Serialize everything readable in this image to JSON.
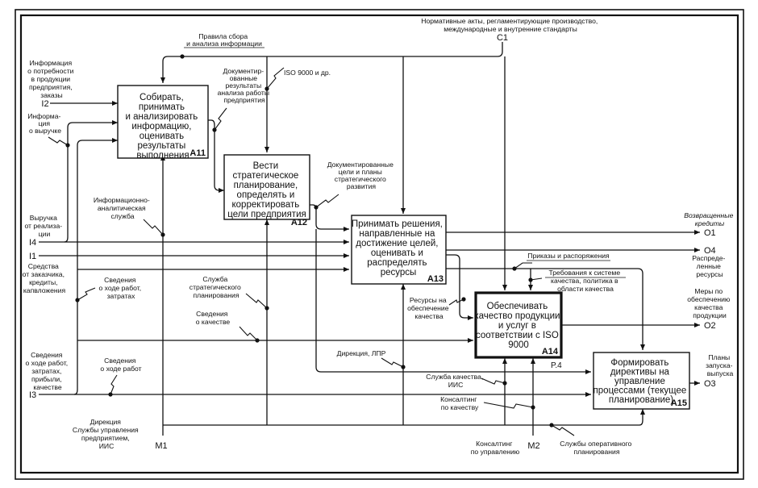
{
  "diagram": {
    "type": "IDEF0",
    "node_ref": "P.4",
    "boxes": [
      {
        "id": "A11",
        "lines": [
          "Собирать,",
          "принимать",
          "и анализировать",
          "информацию,",
          "оценивать",
          "результаты",
          "выполнения"
        ]
      },
      {
        "id": "A12",
        "lines": [
          "Вести",
          "стратегическое",
          "планирование,",
          "определять и",
          "корректировать",
          "цели предприятия"
        ]
      },
      {
        "id": "A13",
        "lines": [
          "Принимать решения,",
          "направленные на",
          "достижение целей,",
          "оценивать и",
          "распределять",
          "ресурсы"
        ]
      },
      {
        "id": "A14",
        "lines": [
          "Обеспечивать",
          "качество продукции",
          "и услуг в",
          "соответствии с ISO",
          "9000"
        ]
      },
      {
        "id": "A15",
        "lines": [
          "Формировать",
          "директивы на",
          "управление",
          "процессами (текущее",
          "планирование)"
        ]
      }
    ],
    "inputs": [
      {
        "code": "I2",
        "label": [
          "Информация",
          "о потребности",
          "в продукции",
          "предприятия,",
          "заказы"
        ]
      },
      {
        "code": "I4",
        "label": [
          "Выручка",
          "от реализа-",
          "ции"
        ]
      },
      {
        "code": "I1",
        "label": [
          "Средства",
          "от заказчика,",
          "кредиты,",
          "капвложения"
        ]
      },
      {
        "code": "I3",
        "label": [
          "Сведения",
          "о ходе работ,",
          "затратах,",
          "прибыли,",
          "качестве"
        ]
      }
    ],
    "controls": [
      {
        "code": "C1",
        "label": [
          "Нормативные акты, регламентирующие производство,",
          "международные и внутренние стандарты"
        ]
      }
    ],
    "outputs": [
      {
        "code": "O1",
        "label": [
          "Возвращенные",
          "кредиты"
        ]
      },
      {
        "code": "O4",
        "label": [
          "Распреде-",
          "ленные",
          "ресурсы"
        ]
      },
      {
        "code": "O2",
        "label": [
          "Меры по",
          "обеспечению",
          "качества",
          "продукции"
        ]
      },
      {
        "code": "O3",
        "label": [
          "Планы",
          "запуска-",
          "выпуска"
        ]
      }
    ],
    "mechanisms": [
      {
        "code": "M1",
        "label": [
          "Дирекция",
          "Службы управления",
          "предприятием,",
          "ИИС"
        ]
      },
      {
        "code": "M2",
        "label": [
          "Консалтинг",
          "по управлению"
        ]
      }
    ],
    "arrow_labels": {
      "rules": [
        "Правила сбора",
        "и анализа информации"
      ],
      "iso": [
        "ISO 9000 и др."
      ],
      "doc_results": [
        "Документир-",
        "ованные",
        "результаты",
        "анализа работы",
        "предприятия"
      ],
      "revenue_info": [
        "Информа-",
        "ция",
        "о выручке"
      ],
      "info_service": [
        "Информационно-",
        "аналитическая",
        "служба"
      ],
      "doc_goals": [
        "Документированные",
        "цели и планы",
        "стратегического",
        "развития"
      ],
      "progress_costs": [
        "Сведения",
        "о ходе работ,",
        "затратах"
      ],
      "strategic_service": [
        "Служба",
        "стратегического",
        "планирования"
      ],
      "quality_info": [
        "Сведения",
        "о качестве"
      ],
      "progress_info": [
        "Сведения",
        "о ходе работ"
      ],
      "orders": [
        "Приказы и распоряжения"
      ],
      "quality_requirements": [
        "Требования к системе",
        "качества, политика в",
        "области качества"
      ],
      "quality_resources": [
        "Ресурсы на",
        "обеспечение",
        "качества"
      ],
      "directorate": [
        "Дирекция, ЛПР"
      ],
      "quality_service": [
        "Служба качества,",
        "ИИС"
      ],
      "quality_consulting": [
        "Консалтинг",
        "по качеству"
      ],
      "ops_planning": [
        "Службы оперативного",
        "планирования"
      ]
    }
  }
}
